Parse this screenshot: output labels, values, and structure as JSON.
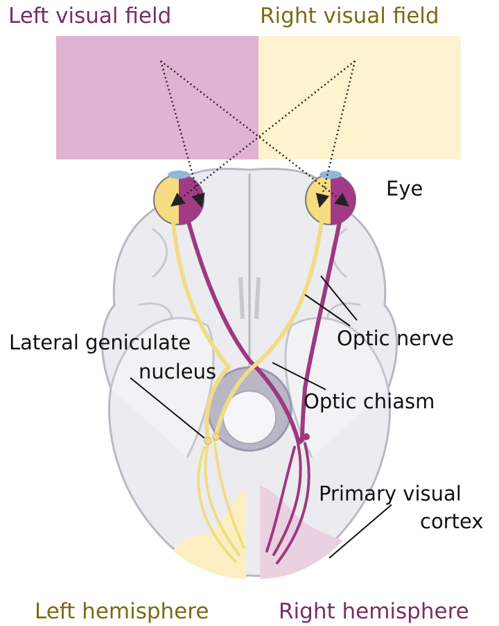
{
  "labels": {
    "left_visual_field": "Left visual field",
    "right_visual_field": "Right visual field",
    "eye": "Eye",
    "optic_nerve": "Optic nerve",
    "lateral_geniculate_line1": "Lateral geniculate",
    "lateral_geniculate_line2": "nucleus",
    "optic_chiasm": "Optic chiasm",
    "primary_visual_line1": "Primary visual",
    "primary_visual_line2": "cortex",
    "left_hemisphere": "Left hemisphere",
    "right_hemisphere": "Right hemisphere"
  },
  "colors": {
    "left_field": "#e0b3d1",
    "right_field": "#fdf3cf",
    "left_text": "#7a2e63",
    "right_text": "#7d6a10",
    "pathway_magenta": "#9c3a7f",
    "pathway_yellow": "#f0dc85",
    "brain_fill": "#e9e9ee",
    "brain_outline": "#b8b8c2"
  }
}
